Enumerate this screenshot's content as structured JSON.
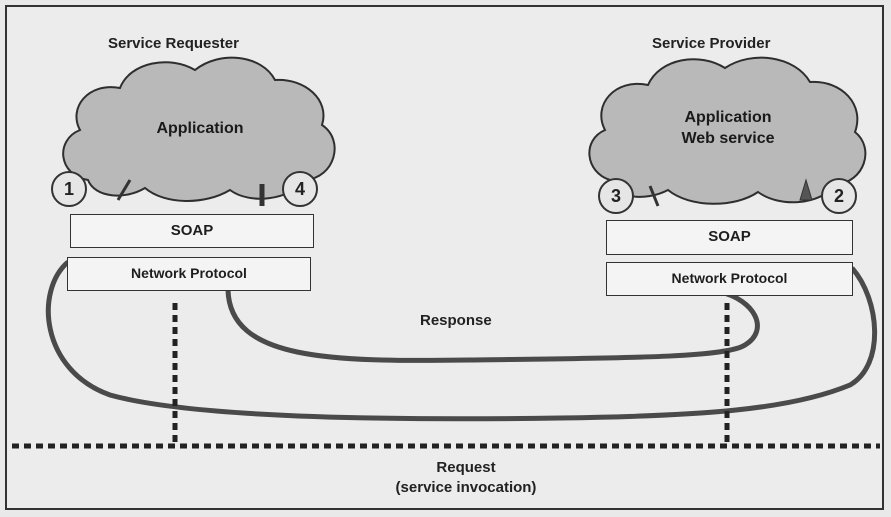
{
  "requester": {
    "title": "Service Requester",
    "cloud": "Application",
    "soap": "SOAP",
    "network": "Network Protocol",
    "steps": [
      "1",
      "4"
    ]
  },
  "provider": {
    "title": "Service Provider",
    "cloud_line1": "Application",
    "cloud_line2": "Web service",
    "soap": "SOAP",
    "network": "Network Protocol",
    "steps": [
      "3",
      "2"
    ]
  },
  "flows": {
    "response": "Response",
    "request_line1": "Request",
    "request_line2": "(service invocation)"
  },
  "colors": {
    "stroke": "#333333",
    "cloud_fill": "#b9b9b9",
    "background": "#ececec"
  }
}
